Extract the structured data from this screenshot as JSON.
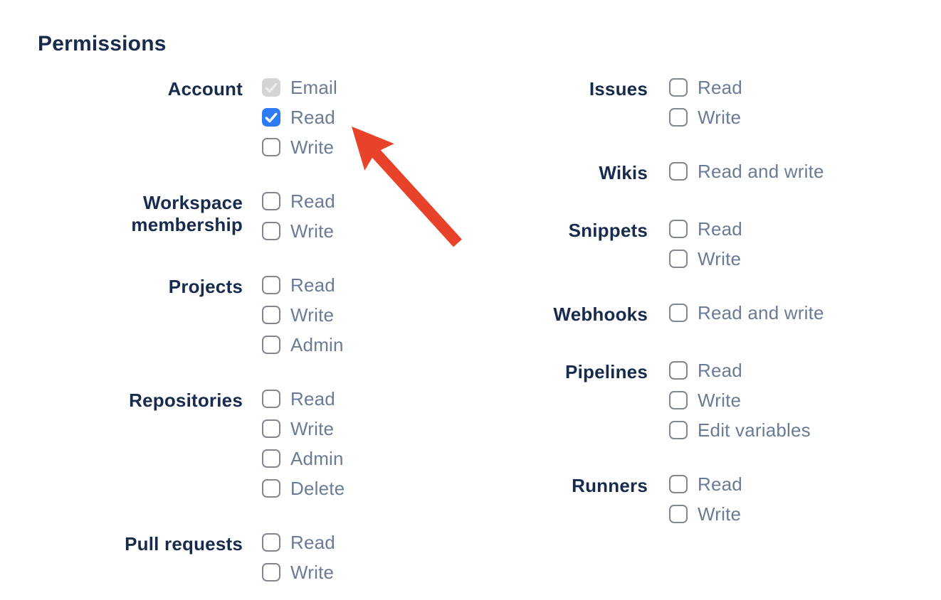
{
  "heading": "Permissions",
  "colors": {
    "heading_text": "#172b4d",
    "group_label_text": "#172b4d",
    "option_label_text": "#6b7b95",
    "checkbox_checked_bg": "#2d7cf4",
    "checkbox_disabled_bg": "#d3d4d6",
    "checkbox_border": "#83878e",
    "arrow": "#e8432a"
  },
  "annotation": {
    "type": "red-arrow",
    "arrow_color": "#e8432a",
    "points_at": "Account Read checkbox"
  },
  "columns": [
    {
      "groups": [
        {
          "label": "Account",
          "options": [
            {
              "label": "Email",
              "checked": true,
              "disabled": true
            },
            {
              "label": "Read",
              "checked": true,
              "disabled": false
            },
            {
              "label": "Write",
              "checked": false,
              "disabled": false
            }
          ]
        },
        {
          "label": "Workspace membership",
          "options": [
            {
              "label": "Read",
              "checked": false,
              "disabled": false
            },
            {
              "label": "Write",
              "checked": false,
              "disabled": false
            }
          ]
        },
        {
          "label": "Projects",
          "options": [
            {
              "label": "Read",
              "checked": false,
              "disabled": false
            },
            {
              "label": "Write",
              "checked": false,
              "disabled": false
            },
            {
              "label": "Admin",
              "checked": false,
              "disabled": false
            }
          ]
        },
        {
          "label": "Repositories",
          "options": [
            {
              "label": "Read",
              "checked": false,
              "disabled": false
            },
            {
              "label": "Write",
              "checked": false,
              "disabled": false
            },
            {
              "label": "Admin",
              "checked": false,
              "disabled": false
            },
            {
              "label": "Delete",
              "checked": false,
              "disabled": false
            }
          ]
        },
        {
          "label": "Pull requests",
          "options": [
            {
              "label": "Read",
              "checked": false,
              "disabled": false
            },
            {
              "label": "Write",
              "checked": false,
              "disabled": false
            }
          ]
        }
      ]
    },
    {
      "groups": [
        {
          "label": "Issues",
          "options": [
            {
              "label": "Read",
              "checked": false,
              "disabled": false
            },
            {
              "label": "Write",
              "checked": false,
              "disabled": false
            }
          ]
        },
        {
          "label": "Wikis",
          "options": [
            {
              "label": "Read and write",
              "checked": false,
              "disabled": false
            }
          ]
        },
        {
          "label": "Snippets",
          "options": [
            {
              "label": "Read",
              "checked": false,
              "disabled": false
            },
            {
              "label": "Write",
              "checked": false,
              "disabled": false
            }
          ]
        },
        {
          "label": "Webhooks",
          "options": [
            {
              "label": "Read and write",
              "checked": false,
              "disabled": false
            }
          ]
        },
        {
          "label": "Pipelines",
          "options": [
            {
              "label": "Read",
              "checked": false,
              "disabled": false
            },
            {
              "label": "Write",
              "checked": false,
              "disabled": false
            },
            {
              "label": "Edit variables",
              "checked": false,
              "disabled": false
            }
          ]
        },
        {
          "label": "Runners",
          "options": [
            {
              "label": "Read",
              "checked": false,
              "disabled": false
            },
            {
              "label": "Write",
              "checked": false,
              "disabled": false
            }
          ]
        }
      ]
    }
  ]
}
